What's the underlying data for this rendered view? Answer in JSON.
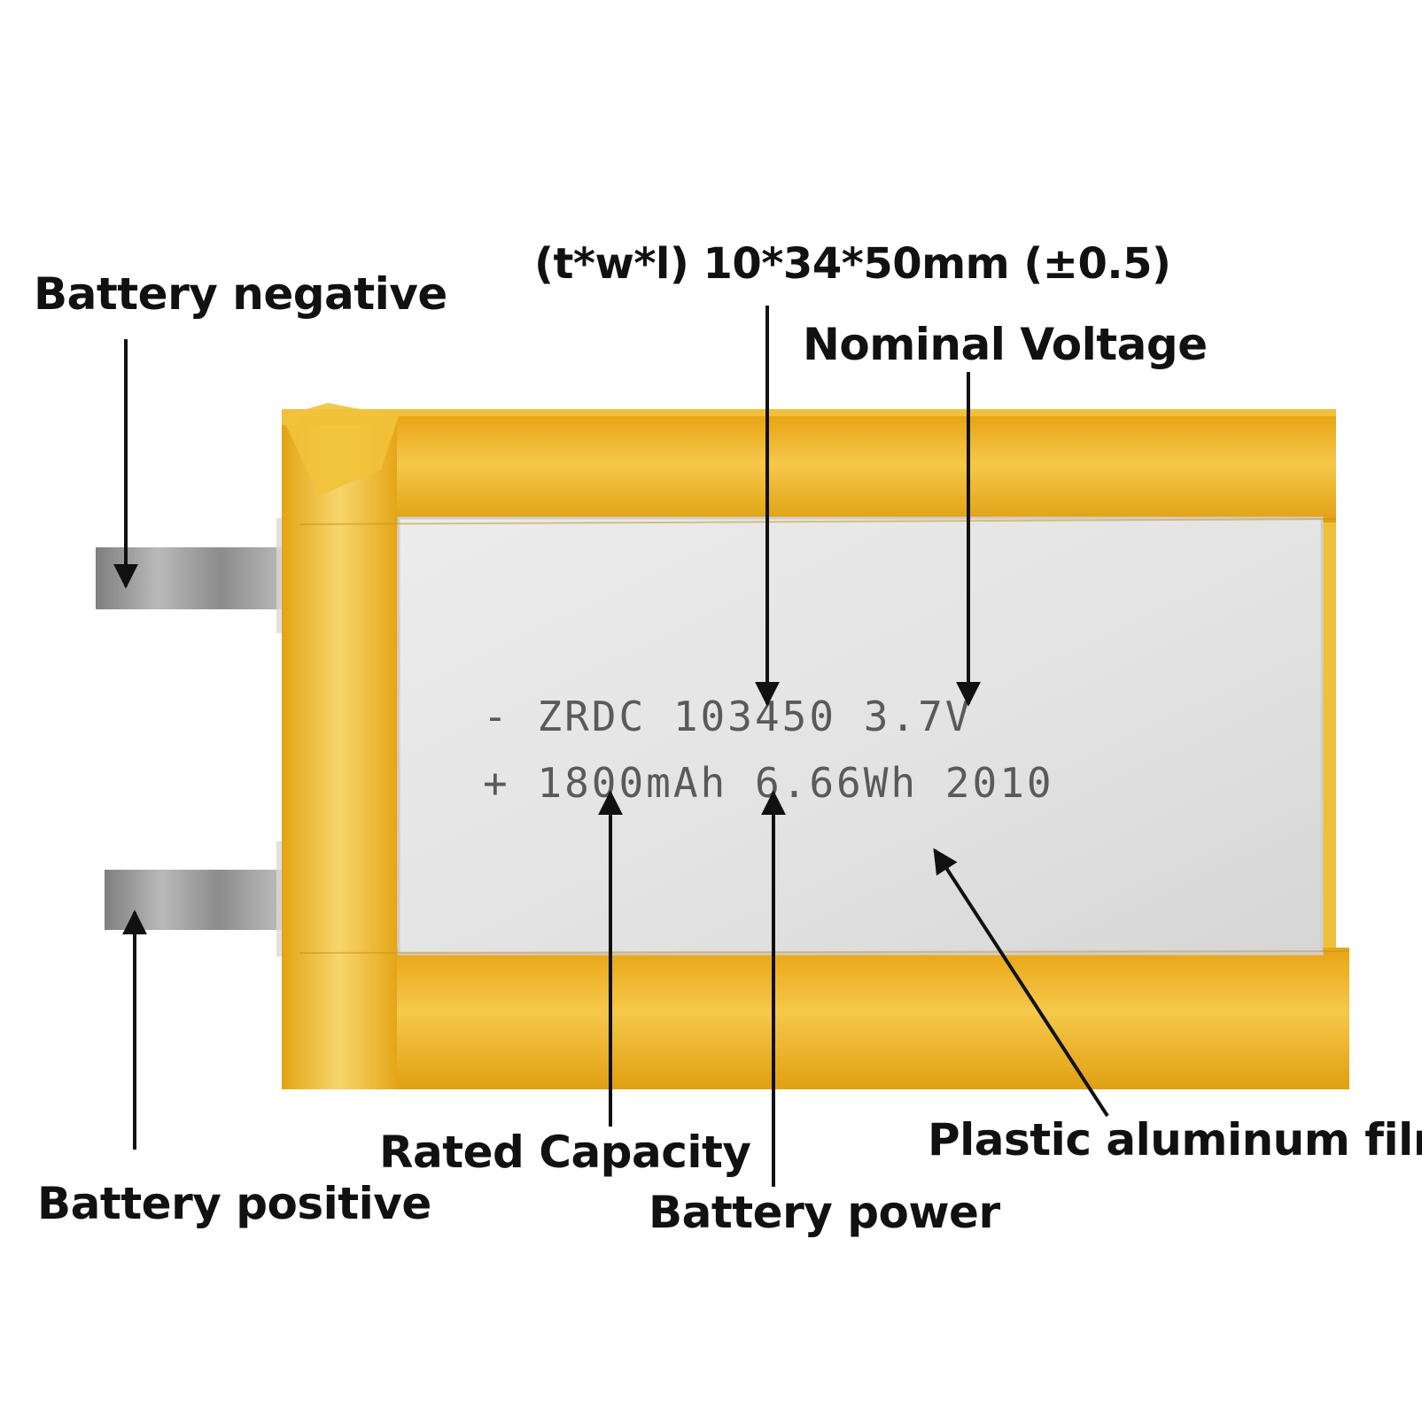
{
  "callouts": {
    "dimensions": "(t*w*l) 10*34*50mm (±0.5)",
    "negative": "Battery negative",
    "nominal_voltage": "Nominal Voltage",
    "positive": "Battery positive",
    "rated_capacity": "Rated Capacity",
    "battery_power": "Battery power",
    "film": "Plastic aluminum film"
  },
  "cell_print": {
    "line1": "- ZRDC 103450 3.7V",
    "line2": "+ 1800mAh 6.66Wh 2010"
  },
  "colors": {
    "tape": "#f1b21f",
    "tape_light": "#f7cf5a",
    "aluminum": "#e3e3e3",
    "tab_metal": "#8f8f8f",
    "text": "#111111"
  }
}
